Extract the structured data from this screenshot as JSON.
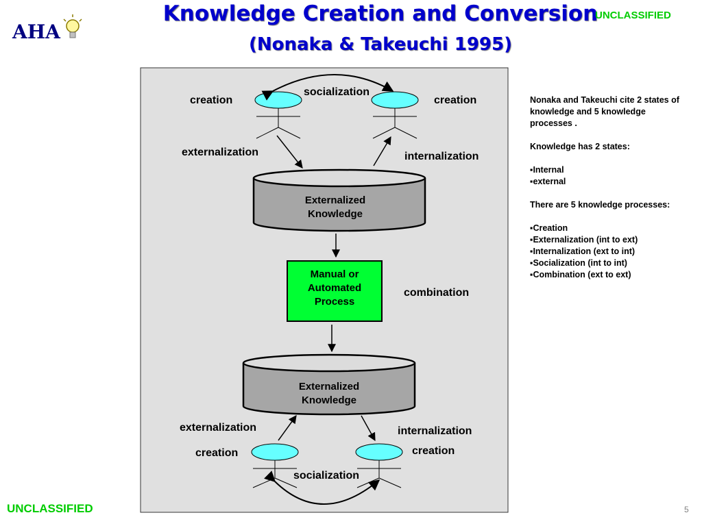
{
  "header": {
    "title": "Knowledge Creation and Conversion",
    "subtitle": "(Nonaka & Takeuchi 1995)",
    "logo_text": "AHA",
    "classification_top": "UNCLASSIFIED"
  },
  "diagram": {
    "top_group": {
      "left_label": "creation",
      "right_label": "creation",
      "exchange_label": "socialization",
      "down_label": "externalization",
      "up_label": "internalization"
    },
    "top_store": {
      "line1": "Externalized",
      "line2": "Knowledge"
    },
    "process": {
      "line1": "Manual or",
      "line2": "Automated",
      "line3": "Process"
    },
    "process_label": "combination",
    "bottom_store": {
      "line1": "Externalized",
      "line2": "Knowledge"
    },
    "bottom_group": {
      "left_label": "creation",
      "right_label": "creation",
      "exchange_label": "socialization",
      "up_label": "externalization",
      "down_label": "internalization"
    },
    "colors": {
      "panel": "#e0e0e0",
      "person_head": "#66ffff",
      "cylinder": "#a6a6a6",
      "process": "#00ff33"
    }
  },
  "notes": {
    "intro": "Nonaka and Takeuchi cite  2 states of knowledge and 5 knowledge processes .",
    "states_heading": "Knowledge has 2 states:",
    "states": [
      "Internal",
      "external"
    ],
    "processes_heading": "There are 5 knowledge processes:",
    "processes": [
      "Creation",
      "Externalization  (int to ext)",
      "Internalization   (ext to int)",
      "Socialization  (int to int)",
      "Combination  (ext to ext)"
    ]
  },
  "footer": {
    "classification": "UNCLASSIFIED",
    "page_number": "5"
  }
}
